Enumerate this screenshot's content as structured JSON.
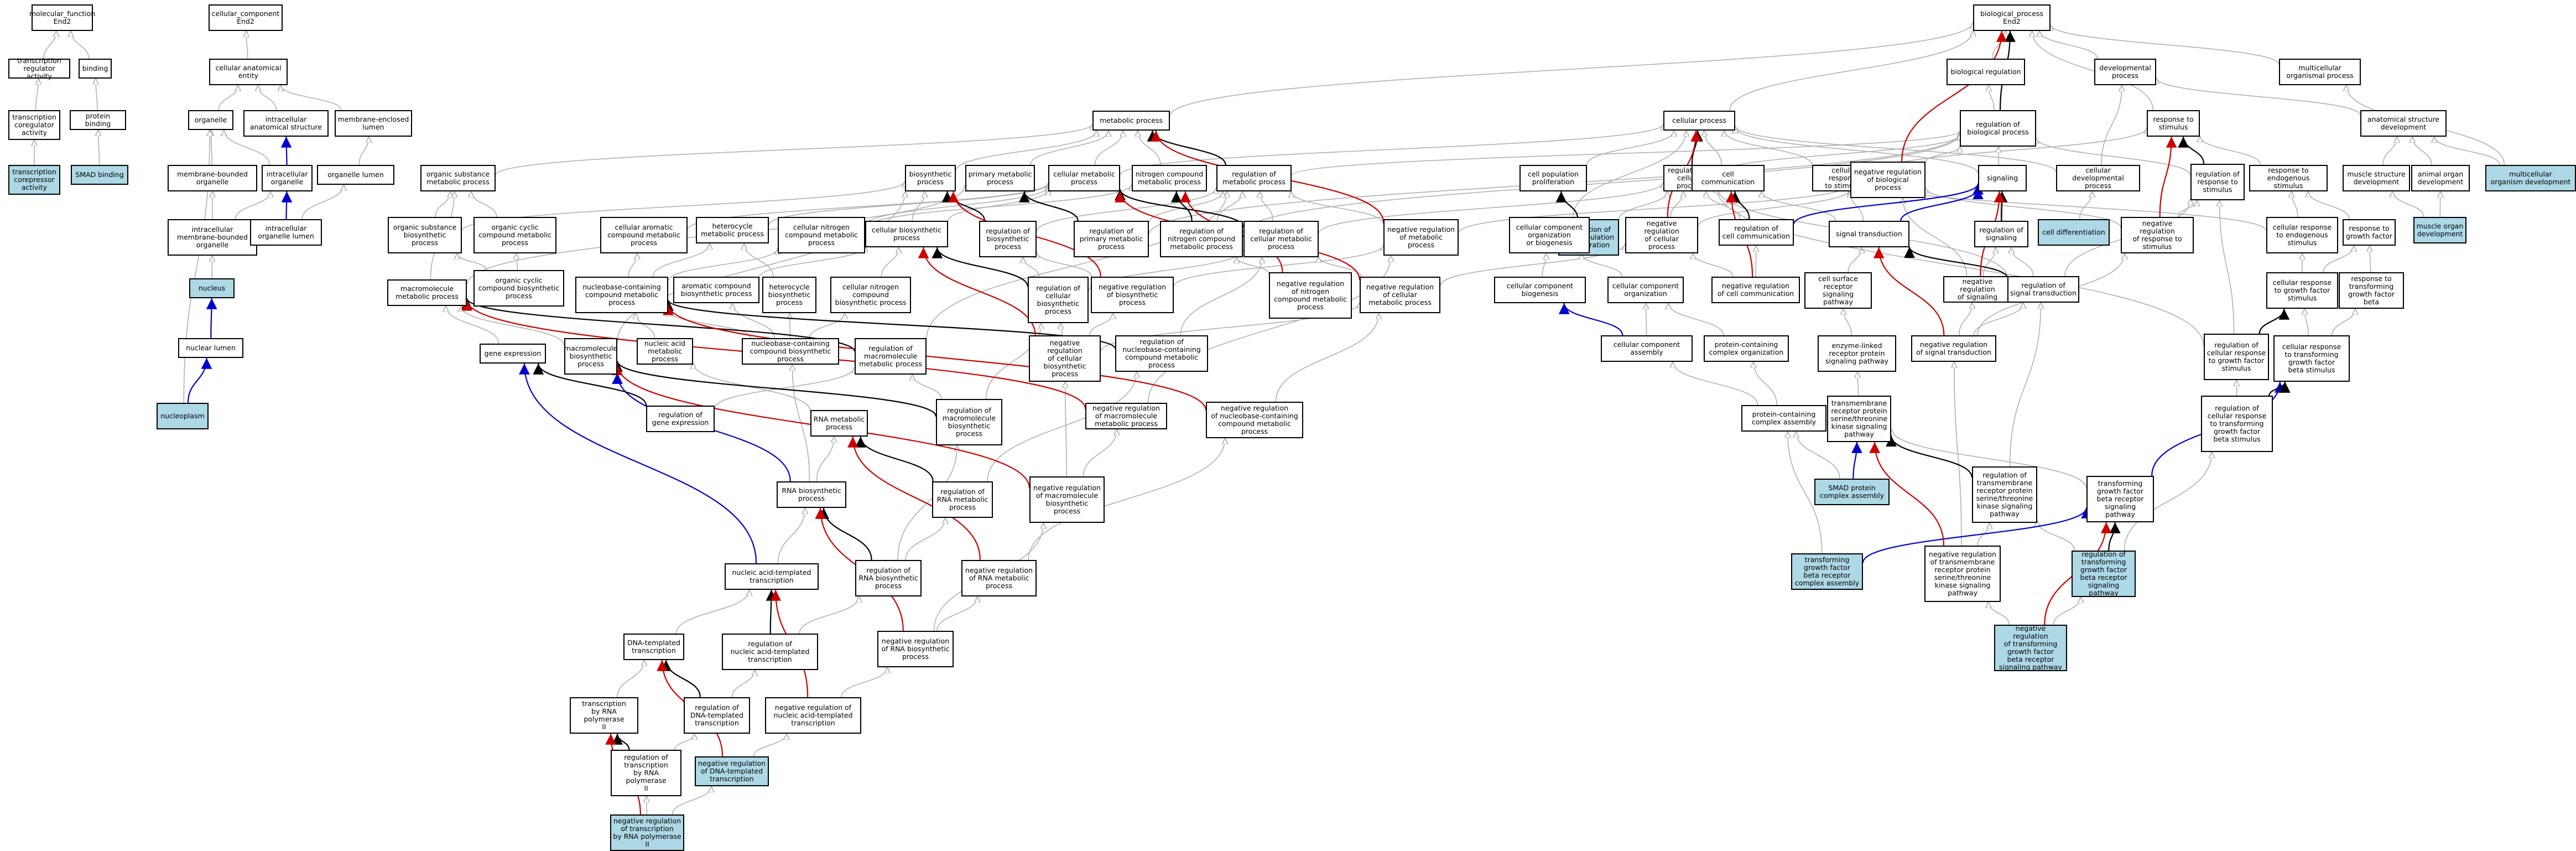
{
  "colors": {
    "background": "#ffffff",
    "highlight": "#add8e6",
    "is_a": "#b0b0b0",
    "part_of": "#0000cc",
    "regulates": "#000000",
    "negatively_regulates": "#cc0000"
  },
  "nodes": [
    {
      "id": "mf",
      "label": "molecular_function\nEnd2"
    },
    {
      "id": "tra",
      "label": "transcription\nregulator activity"
    },
    {
      "id": "tca",
      "label": "transcription\ncoregulator\nactivity"
    },
    {
      "id": "tcr",
      "label": "transcription\ncorepressor\nactivity",
      "hl": true
    },
    {
      "id": "bind",
      "label": "binding"
    },
    {
      "id": "pb",
      "label": "protein binding"
    },
    {
      "id": "smadb",
      "label": "SMAD binding",
      "hl": true
    },
    {
      "id": "cc",
      "label": "cellular_component\nEnd2"
    },
    {
      "id": "cae",
      "label": "cellular anatomical\nentity"
    },
    {
      "id": "org",
      "label": "organelle"
    },
    {
      "id": "ias",
      "label": "intracellular\nanatomical structure"
    },
    {
      "id": "mel",
      "label": "membrane-enclosed\nlumen"
    },
    {
      "id": "mbo",
      "label": "membrane-bounded\norganelle"
    },
    {
      "id": "io",
      "label": "intracellular\norganelle"
    },
    {
      "id": "ol",
      "label": "organelle lumen"
    },
    {
      "id": "imbo",
      "label": "intracellular\nmembrane-bounded\norganelle"
    },
    {
      "id": "iol",
      "label": "intracellular\norganelle lumen"
    },
    {
      "id": "nuc",
      "label": "nucleus",
      "hl": true
    },
    {
      "id": "nl",
      "label": "nuclear lumen"
    },
    {
      "id": "nplasm",
      "label": "nucleoplasm",
      "hl": true
    },
    {
      "id": "osmp",
      "label": "organic substance\nmetabolic process"
    },
    {
      "id": "osbp",
      "label": "organic substance\nbiosynthetic\nprocess"
    },
    {
      "id": "occmp",
      "label": "organic cyclic\ncompound metabolic\nprocess"
    },
    {
      "id": "occbp",
      "label": "organic cyclic\ncompound biosynthetic\nprocess"
    },
    {
      "id": "mmp",
      "label": "macromolecule\nmetabolic process"
    },
    {
      "id": "ge",
      "label": "gene expression"
    },
    {
      "id": "mbp",
      "label": "macromolecule\nbiosynthetic\nprocess"
    },
    {
      "id": "namp",
      "label": "nucleic acid\nmetabolic process"
    },
    {
      "id": "rge",
      "label": "regulation of\ngene expression"
    },
    {
      "id": "cacmp",
      "label": "cellular aromatic\ncompound metabolic\nprocess"
    },
    {
      "id": "hmp",
      "label": "heterocycle\nmetabolic process"
    },
    {
      "id": "cncmp",
      "label": "cellular nitrogen\ncompound metabolic\nprocess"
    },
    {
      "id": "nbcmp",
      "label": "nucleobase-containing\ncompound metabolic\nprocess"
    },
    {
      "id": "acbp",
      "label": "aromatic compound\nbiosynthetic process"
    },
    {
      "id": "hbp",
      "label": "heterocycle\nbiosynthetic\nprocess"
    },
    {
      "id": "cncbp",
      "label": "cellular nitrogen\ncompound\nbiosynthetic process"
    },
    {
      "id": "nbcbp",
      "label": "nucleobase-containing\ncompound biosynthetic\nprocess"
    },
    {
      "id": "rmmp",
      "label": "regulation of\nmacromolecule\nmetabolic process"
    },
    {
      "id": "rnamp",
      "label": "RNA metabolic\nprocess"
    },
    {
      "id": "rnabp",
      "label": "RNA biosynthetic\nprocess"
    },
    {
      "id": "natt",
      "label": "nucleic acid-templated\ntranscription"
    },
    {
      "id": "dtt",
      "label": "DNA-templated\ntranscription"
    },
    {
      "id": "tpol2",
      "label": "transcription\nby RNA polymerase\nII"
    },
    {
      "id": "rtpol2",
      "label": "regulation of\ntranscription\nby RNA polymerase\nII"
    },
    {
      "id": "nrtpol2",
      "label": "negative regulation\nof transcription\nby RNA polymerase\nII",
      "hl": true
    },
    {
      "id": "rdtt",
      "label": "regulation of\nDNA-templated\ntranscription"
    },
    {
      "id": "nrdtt",
      "label": "negative regulation\nof DNA-templated\ntranscription",
      "hl": true
    },
    {
      "id": "rnatt",
      "label": "regulation of\nnucleic acid-templated\ntranscription"
    },
    {
      "id": "nrnatt",
      "label": "negative regulation of\nnucleic acid-templated\ntranscription"
    },
    {
      "id": "rrnabp",
      "label": "regulation of\nRNA biosynthetic\nprocess"
    },
    {
      "id": "nrrnabp",
      "label": "negative regulation\nof RNA biosynthetic\nprocess"
    },
    {
      "id": "rrnamp",
      "label": "regulation of\nRNA metabolic\nprocess"
    },
    {
      "id": "nrrnamp",
      "label": "negative regulation\nof RNA metabolic\nprocess"
    },
    {
      "id": "rmbp",
      "label": "regulation of\nmacromolecule\nbiosynthetic\nprocess"
    },
    {
      "id": "nrmbp",
      "label": "negative regulation\nof macromolecule\nbiosynthetic\nprocess"
    },
    {
      "id": "nrmmp",
      "label": "negative regulation\nof macromolecule\nmetabolic process"
    },
    {
      "id": "nrnbcmp",
      "label": "negative regulation\nof nucleobase-containing\ncompound metabolic\nprocess"
    },
    {
      "id": "rnbcmp",
      "label": "regulation of\nnucleobase-containing\ncompound metabolic\nprocess"
    },
    {
      "id": "mp",
      "label": "metabolic process"
    },
    {
      "id": "bp",
      "label": "biosynthetic\nprocess"
    },
    {
      "id": "pmp",
      "label": "primary metabolic\nprocess"
    },
    {
      "id": "cmp",
      "label": "cellular metabolic\nprocess"
    },
    {
      "id": "ncmp",
      "label": "nitrogen compound\nmetabolic process"
    },
    {
      "id": "rmp",
      "label": "regulation of\nmetabolic process"
    },
    {
      "id": "cbp",
      "label": "cellular biosynthetic\nprocess"
    },
    {
      "id": "rbp",
      "label": "regulation of\nbiosynthetic\nprocess"
    },
    {
      "id": "rpmp",
      "label": "regulation of\nprimary metabolic\nprocess"
    },
    {
      "id": "rncmp",
      "label": "regulation of\nnitrogen compound\nmetabolic process"
    },
    {
      "id": "rcmp",
      "label": "regulation of\ncellular metabolic\nprocess"
    },
    {
      "id": "nrmp",
      "label": "negative regulation\nof metabolic\nprocess"
    },
    {
      "id": "rcbp",
      "label": "regulation of\ncellular\nbiosynthetic\nprocess"
    },
    {
      "id": "nrbp",
      "label": "negative regulation\nof biosynthetic\nprocess"
    },
    {
      "id": "nrcbp",
      "label": "negative regulation\nof cellular\nbiosynthetic\nprocess"
    },
    {
      "id": "nrncmp",
      "label": "negative regulation\nof nitrogen\ncompound metabolic\nprocess"
    },
    {
      "id": "nrcmp",
      "label": "negative regulation\nof cellular\nmetabolic process"
    },
    {
      "id": "bpe",
      "label": "biological_process\nEnd2"
    },
    {
      "id": "br",
      "label": "biological regulation"
    },
    {
      "id": "rbio",
      "label": "regulation of\nbiological process"
    },
    {
      "id": "dp",
      "label": "developmental\nprocess"
    },
    {
      "id": "mop",
      "label": "multicellular\norganismal process"
    },
    {
      "id": "cp",
      "label": "cellular process"
    },
    {
      "id": "rts",
      "label": "response to\nstimulus"
    },
    {
      "id": "asd",
      "label": "anatomical structure\ndevelopment"
    },
    {
      "id": "cpp",
      "label": "cell population\nproliferation"
    },
    {
      "id": "rcpp",
      "label": "regulation of\ncell population\nproliferation",
      "hl": true
    },
    {
      "id": "rcp",
      "label": "regulation of\ncellular process"
    },
    {
      "id": "ccom",
      "label": "cell communication"
    },
    {
      "id": "crs",
      "label": "cellular response\nto stimulus"
    },
    {
      "id": "nrbio",
      "label": "negative regulation\nof biological\nprocess"
    },
    {
      "id": "sig",
      "label": "signaling"
    },
    {
      "id": "cdp",
      "label": "cellular developmental\nprocess"
    },
    {
      "id": "rrs",
      "label": "regulation of\nresponse to\nstimulus"
    },
    {
      "id": "rtes",
      "label": "response to\nendogenous stimulus"
    },
    {
      "id": "msd",
      "label": "muscle structure\ndevelopment"
    },
    {
      "id": "aod",
      "label": "animal organ\ndevelopment"
    },
    {
      "id": "mcod",
      "label": "multicellular\norganism development",
      "hl": true
    },
    {
      "id": "ccob",
      "label": "cellular component\norganization\nor biogenesis"
    },
    {
      "id": "nrcp",
      "label": "negative regulation\nof cellular\nprocess"
    },
    {
      "id": "rccom",
      "label": "regulation of\ncell communication"
    },
    {
      "id": "st",
      "label": "signal transduction"
    },
    {
      "id": "rsig",
      "label": "regulation of\nsignaling"
    },
    {
      "id": "cdiff",
      "label": "cell differentiation",
      "hl": true
    },
    {
      "id": "nrrs",
      "label": "negative regulation\nof response to\nstimulus"
    },
    {
      "id": "crtes",
      "label": "cellular response\nto endogenous\nstimulus"
    },
    {
      "id": "rtgf",
      "label": "response to\ngrowth factor"
    },
    {
      "id": "mod",
      "label": "muscle organ\ndevelopment",
      "hl": true
    },
    {
      "id": "ccb",
      "label": "cellular component\nbiogenesis"
    },
    {
      "id": "cco",
      "label": "cellular component\norganization"
    },
    {
      "id": "nrccom",
      "label": "negative regulation\nof cell communication"
    },
    {
      "id": "csrsp",
      "label": "cell surface\nreceptor signaling\npathway"
    },
    {
      "id": "nrsig",
      "label": "negative regulation\nof signaling"
    },
    {
      "id": "rst",
      "label": "regulation of\nsignal transduction"
    },
    {
      "id": "crgf",
      "label": "cellular response\nto growth factor\nstimulus"
    },
    {
      "id": "rttgfb",
      "label": "response to\ntransforming\ngrowth factor\nbeta"
    },
    {
      "id": "cca",
      "label": "cellular component\nassembly"
    },
    {
      "id": "pco",
      "label": "protein-containing\ncomplex organization"
    },
    {
      "id": "elrsp",
      "label": "enzyme-linked\nreceptor protein\nsignaling pathway"
    },
    {
      "id": "nrst",
      "label": "negative regulation\nof signal transduction"
    },
    {
      "id": "rcrgf",
      "label": "regulation of\ncellular response\nto growth factor\nstimulus"
    },
    {
      "id": "crtgfb",
      "label": "cellular response\nto transforming\ngrowth factor\nbeta stimulus"
    },
    {
      "id": "pcca",
      "label": "protein-containing\ncomplex assembly"
    },
    {
      "id": "tmrp",
      "label": "transmembrane\nreceptor protein\nserine/threonine\nkinase signaling\npathway"
    },
    {
      "id": "rcrtgfb",
      "label": "regulation of\ncellular response\nto transforming\ngrowth factor\nbeta stimulus"
    },
    {
      "id": "smadc",
      "label": "SMAD protein\ncomplex assembly",
      "hl": true
    },
    {
      "id": "rtmrp",
      "label": "regulation of\ntransmembrane\nreceptor protein\nserine/threonine\nkinase signaling\npathway"
    },
    {
      "id": "tgfbsp",
      "label": "transforming\ngrowth factor\nbeta receptor\nsignaling pathway"
    },
    {
      "id": "tgfbca",
      "label": "transforming\ngrowth factor\nbeta receptor\ncomplex assembly",
      "hl": true
    },
    {
      "id": "nrtmrp",
      "label": "negative regulation\nof transmembrane\nreceptor protein\nserine/threonine\nkinase signaling\npathway"
    },
    {
      "id": "rtgfbsp",
      "label": "regulation of\ntransforming\ngrowth factor\nbeta receptor\nsignaling pathway",
      "hl": true
    },
    {
      "id": "nrtgfbsp",
      "label": "negative regulation\nof transforming\ngrowth factor\nbeta receptor\nsignaling pathway",
      "hl": true
    }
  ]
}
